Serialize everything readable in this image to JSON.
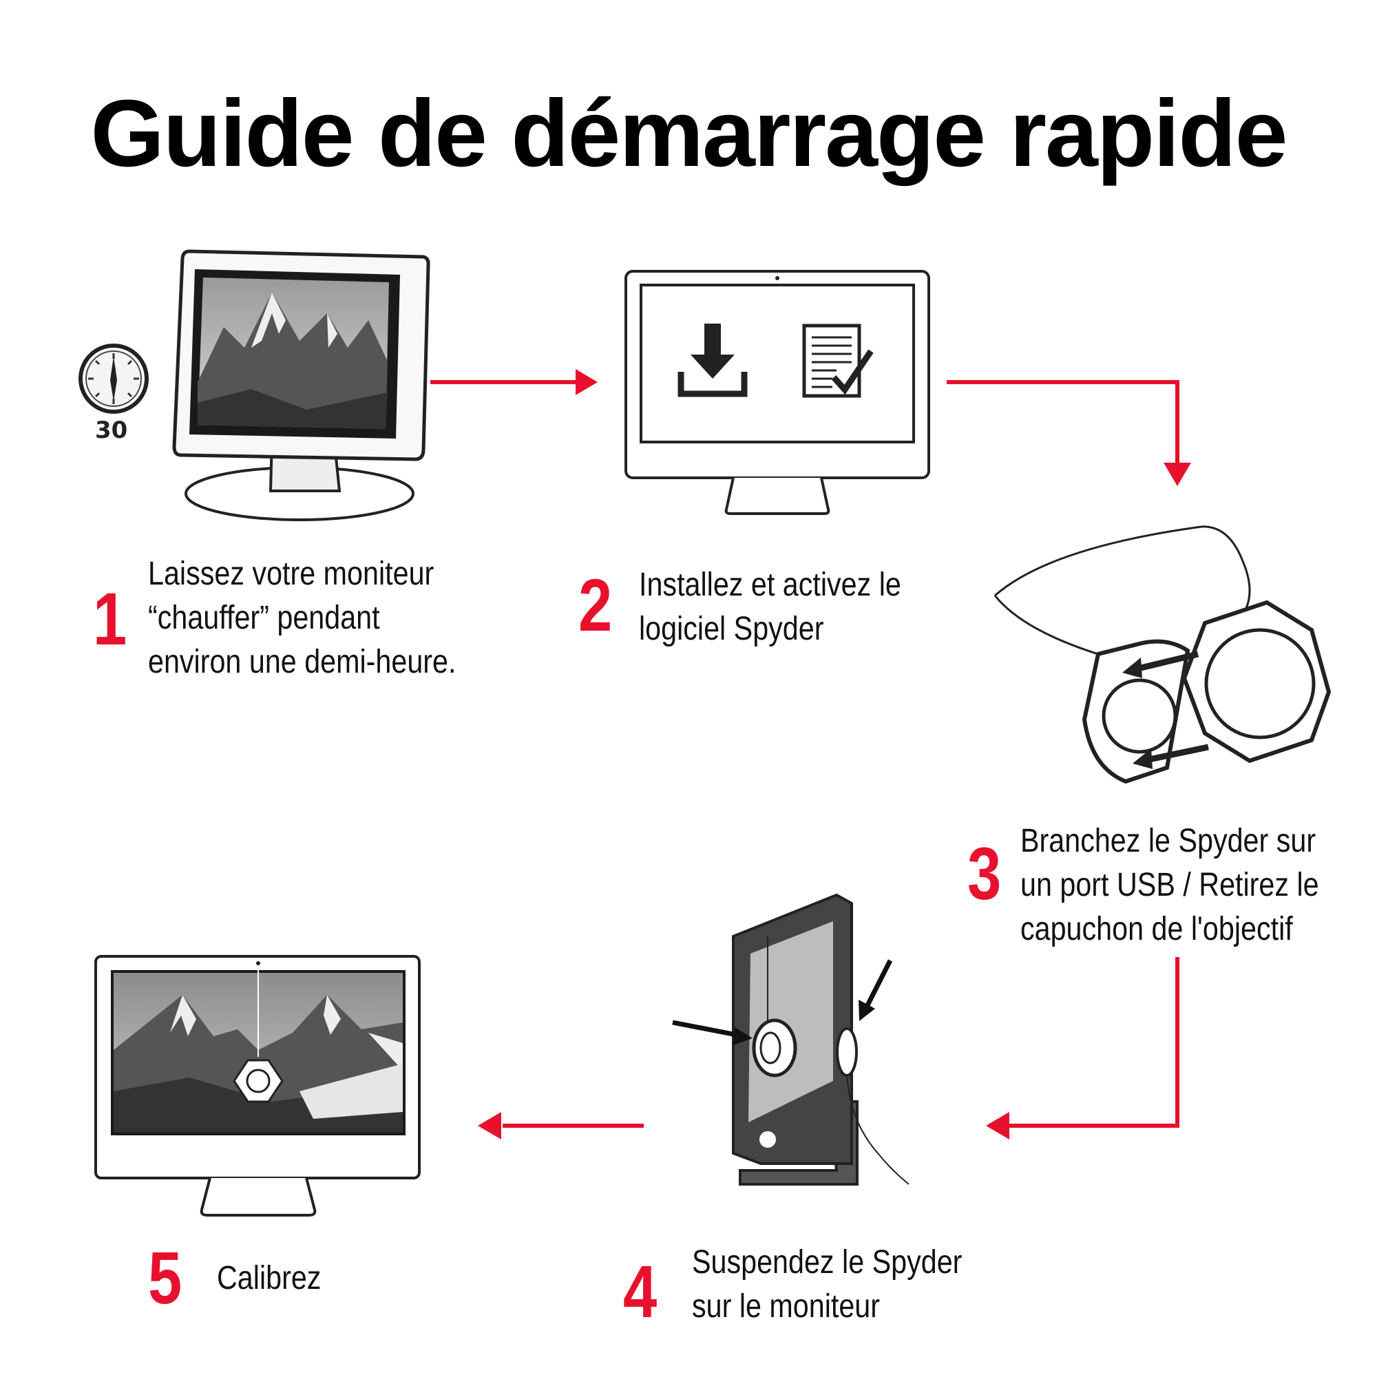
{
  "title": "Guide de démarrage rapide",
  "accent_color": "#e8112d",
  "clock": {
    "label": "30",
    "icon": "stopwatch-icon"
  },
  "steps": [
    {
      "number": "1",
      "lines": [
        "Laissez votre moniteur",
        "“chauffer” pendant",
        "environ une demi-heure."
      ]
    },
    {
      "number": "2",
      "lines": [
        "Installez et activez le",
        "logiciel Spyder"
      ]
    },
    {
      "number": "3",
      "lines": [
        "Branchez le Spyder sur",
        "un port USB / Retirez le",
        "capuchon de l'objectif"
      ]
    },
    {
      "number": "4",
      "lines": [
        "Suspendez le Spyder",
        "sur le moniteur"
      ]
    },
    {
      "number": "5",
      "lines": [
        "Calibrez"
      ]
    }
  ],
  "icons": [
    "download-icon",
    "checklist-icon",
    "spyder-sensor-icon",
    "monitor-icon",
    "arrow-icon"
  ]
}
